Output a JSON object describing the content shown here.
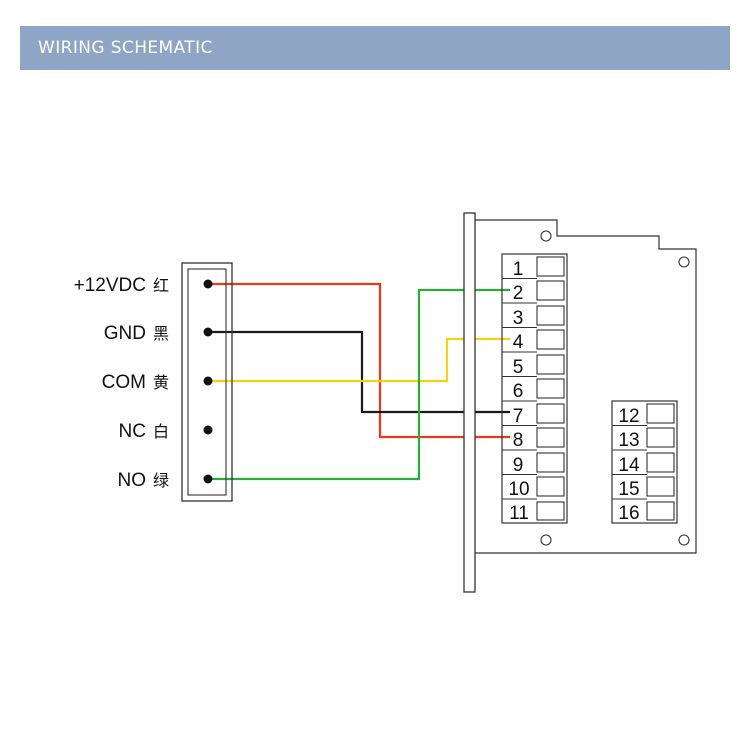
{
  "header": {
    "title": "WIRING SCHEMATIC"
  },
  "colors": {
    "header_bg": "#8fa5c5",
    "red": "#e8391a",
    "black": "#1a1a1a",
    "yellow": "#f7d117",
    "green": "#2aab3a"
  },
  "connector": {
    "pins": [
      {
        "label": "+12VDC",
        "color_name": "红"
      },
      {
        "label": "GND",
        "color_name": "黑"
      },
      {
        "label": "COM",
        "color_name": "黄"
      },
      {
        "label": "NC",
        "color_name": "白"
      },
      {
        "label": "NO",
        "color_name": "绿"
      }
    ]
  },
  "terminal_block_left": [
    "1",
    "2",
    "3",
    "4",
    "5",
    "6",
    "7",
    "8",
    "9",
    "10",
    "11"
  ],
  "terminal_block_right": [
    "12",
    "13",
    "14",
    "15",
    "16"
  ],
  "wires": [
    {
      "from_pin": "+12VDC",
      "to_terminal": "8",
      "color": "red"
    },
    {
      "from_pin": "GND",
      "to_terminal": "7",
      "color": "black"
    },
    {
      "from_pin": "COM",
      "to_terminal": "4",
      "color": "yellow"
    },
    {
      "from_pin": "NO",
      "to_terminal": "2",
      "color": "green"
    }
  ]
}
